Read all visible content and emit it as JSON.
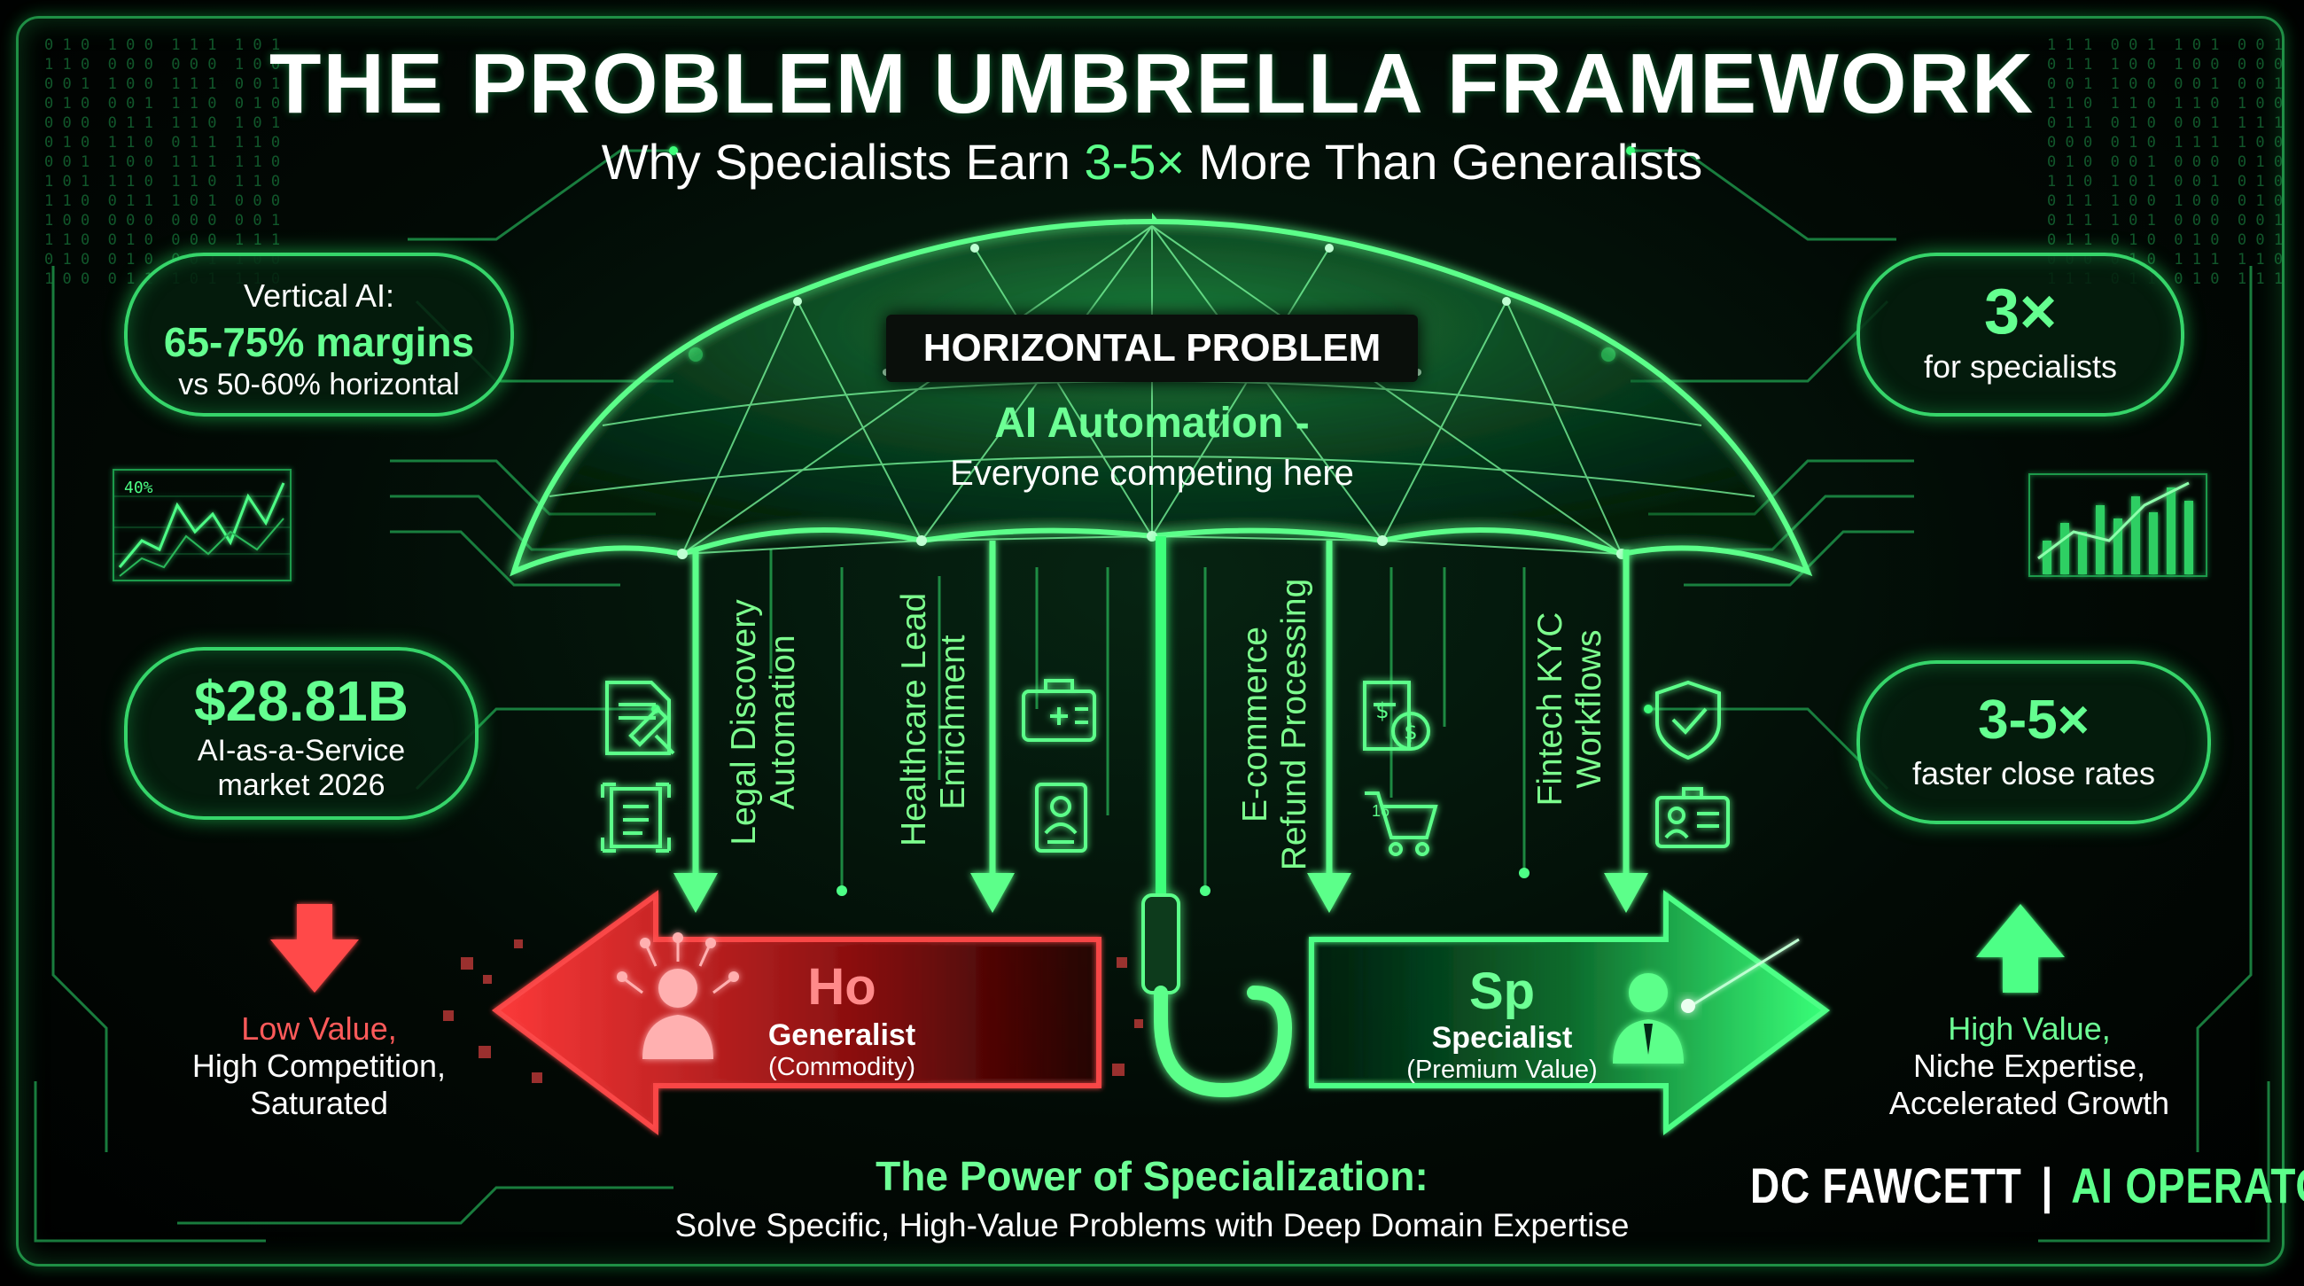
{
  "title": "THE PROBLEM UMBRELLA FRAMEWORK",
  "subtitle": {
    "prefix": "Why Specialists Earn ",
    "highlight": "3-5×",
    "suffix": " More Than Generalists"
  },
  "umbrella": {
    "badge": "HORIZONTAL PROBLEM",
    "headline": "AI Automation -",
    "subline": "Everyone competing here"
  },
  "left_stats": [
    {
      "line1": "Vertical AI:",
      "line2": "65-75% margins",
      "line3": "vs 50-60% horizontal"
    },
    {
      "line1": "$28.81B",
      "line2": "AI-as-a-Service",
      "line3": "market 2026"
    }
  ],
  "right_stats": [
    {
      "value": "3×",
      "caption": "for specialists"
    },
    {
      "value": "3-5×",
      "caption": "faster close rates"
    }
  ],
  "chart_label": "40%",
  "categories": [
    {
      "line1": "Legal Discovery",
      "line2": "Automation"
    },
    {
      "line1": "Healthcare Lead",
      "line2": "Enrichment"
    },
    {
      "line1": "E-commerce",
      "line2": "Refund Processing"
    },
    {
      "line1": "Fintech KYC",
      "line2": "Workflows"
    }
  ],
  "calendar_number": "16",
  "generalist": {
    "symbol": "Ho",
    "label": "Generalist",
    "sublabel": "(Commodity)"
  },
  "specialist": {
    "symbol": "Sp",
    "label": "Specialist",
    "sublabel": "(Premium Value)"
  },
  "low_value": {
    "line1": "Low Value,",
    "line2": "High Competition,",
    "line3": "Saturated"
  },
  "high_value": {
    "line1": "High Value,",
    "line2": "Niche Expertise,",
    "line3": "Accelerated Growth"
  },
  "footer": {
    "headline": "The Power of Specialization:",
    "subline": "Solve Specific, High-Value Problems with Deep Domain Expertise"
  },
  "brand": {
    "name": "DC FAWCETT",
    "separator": "|",
    "tagline": "AI OPERATORS"
  },
  "colors": {
    "accent_green": "#5cff8a",
    "alert_red": "#ff4a4a",
    "background": "#000000"
  }
}
